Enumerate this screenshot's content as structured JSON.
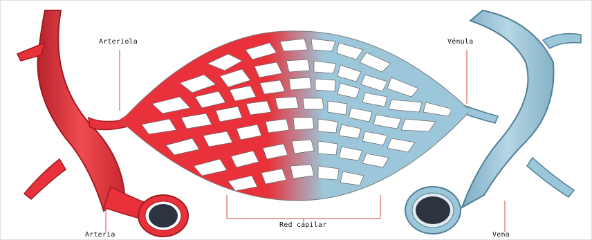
{
  "diagram": {
    "labels": {
      "arteriola": "Arteriola",
      "venula": "Vénula",
      "arteria": "Arteria",
      "red_capilar": "Red capilar",
      "vena": "Vena"
    },
    "colors": {
      "arterial": "#e8313a",
      "arterial_dark": "#9e1b21",
      "arterial_light": "#f26b6f",
      "venous": "#9cc6d9",
      "venous_dark": "#4f7f96",
      "venous_light": "#c7e1ec",
      "leader_line": "#d8443f",
      "lumen": "#2c3440",
      "background": "#ffffff"
    }
  }
}
